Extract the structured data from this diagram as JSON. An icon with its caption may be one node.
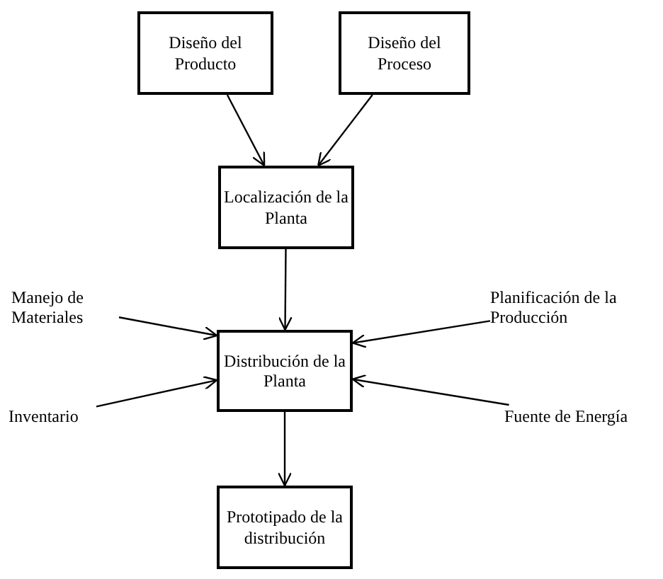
{
  "diagram": {
    "nodes": [
      {
        "text": [
          "Diseño del Producto"
        ]
      },
      {
        "text": [
          "Diseño del Proceso"
        ]
      },
      {
        "text": [
          "Localización de la Planta"
        ]
      },
      {
        "text": [
          "Distribución de la Planta"
        ]
      },
      {
        "text": [
          "Manejo de Materiales"
        ]
      },
      {
        "text": [
          "Inventario"
        ]
      },
      {
        "text": [
          "Planificación de la Producción"
        ]
      },
      {
        "text": [
          "Fuente de Energía"
        ]
      },
      {
        "text": [
          "Prototipado de la distribución"
        ]
      }
    ],
    "edges": [
      {
        "from": 0,
        "to": 2,
        "arrow": "to"
      },
      {
        "from": 1,
        "to": 2,
        "arrow": "to"
      },
      {
        "from": 2,
        "to": 3,
        "arrow": "to"
      },
      {
        "from": 4,
        "to": 3,
        "arrow": "to"
      },
      {
        "from": 5,
        "to": 3,
        "arrow": "to"
      },
      {
        "from": 6,
        "to": 3,
        "arrow": "to"
      },
      {
        "from": 7,
        "to": 3,
        "arrow": "to"
      },
      {
        "from": 3,
        "to": 8,
        "arrow": "to"
      }
    ]
  }
}
